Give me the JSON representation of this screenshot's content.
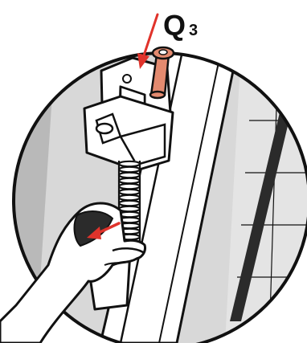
{
  "label": {
    "main": "Q",
    "subscript": "3"
  },
  "colors": {
    "background_gray": "#d8d8d8",
    "wall_gray": "#b9b9b9",
    "panel_white": "#ffffff",
    "outline": "#111111",
    "pin_orange": "#e38a6f",
    "arrow_red": "#e0332b",
    "tile_dark": "#2b2b2b"
  },
  "icons": {
    "pointer": "down-left-arrow",
    "hand": "hand-gripping-hinge",
    "spring": "coil-spring",
    "pin": "hinge-pin"
  }
}
